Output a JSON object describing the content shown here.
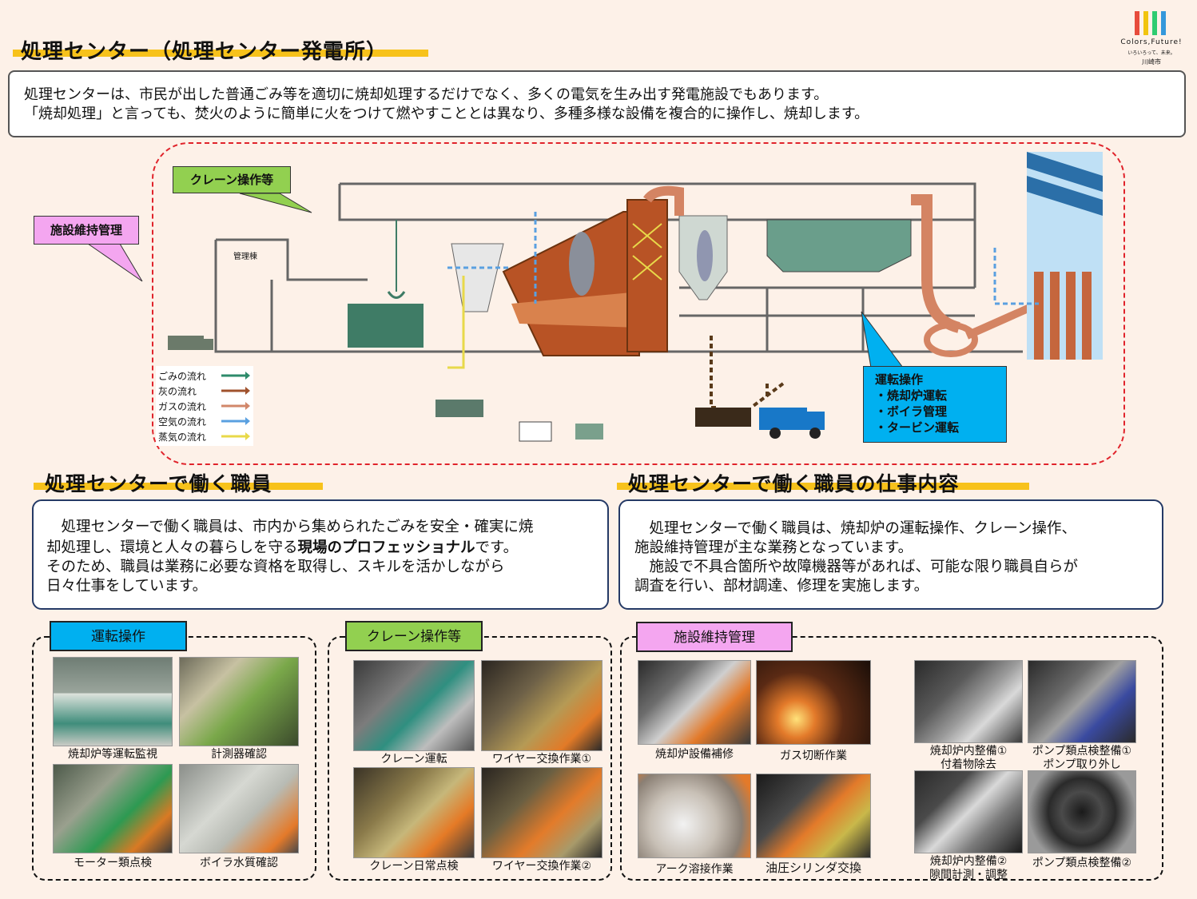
{
  "header": {
    "title": "処理センター（処理センター発電所）",
    "logo_text_1": "Colors,Future!",
    "logo_text_2": "いろいろって、未来。",
    "logo_text_3": "川崎市"
  },
  "intro": {
    "line1": "処理センターは、市民が出した普通ごみ等を適切に焼却処理するだけでなく、多くの電気を生み出す発電施設でもあります。",
    "line2": "「焼却処理」と言っても、焚火のように簡単に火をつけて燃やすこととは異なり、多種多様な設備を複合的に操作し、焼却します。"
  },
  "diagram": {
    "callout_crane": "クレーン操作等",
    "callout_facility": "施設維持管理",
    "callout_operation_title": "運転操作",
    "callout_operation_items": [
      "・焼却炉運転",
      "・ボイラ管理",
      "・タービン運転"
    ],
    "building_label": "管理棟",
    "legend": [
      {
        "label": "ごみの流れ",
        "color": "#2e8b6b"
      },
      {
        "label": "灰の流れ",
        "color": "#a0522d"
      },
      {
        "label": "ガスの流れ",
        "color": "#d2876a"
      },
      {
        "label": "空気の流れ",
        "color": "#5aa0e0"
      },
      {
        "label": "蒸気の流れ",
        "color": "#e8d94a"
      }
    ]
  },
  "staff": {
    "heading": "処理センターで働く職員",
    "line1": "　処理センターで働く職員は、市内から集められたごみを安全・確実に焼",
    "line2a": "却処理し、環境と人々の暮らしを守る",
    "line2b": "現場のプロフェッショナル",
    "line2c": "です。",
    "line3": "そのため、職員は業務に必要な資格を取得し、スキルを活かしながら",
    "line4": "日々仕事をしています。"
  },
  "duties": {
    "heading": "処理センターで働く職員の仕事内容",
    "line1": "　処理センターで働く職員は、焼却炉の運転操作、クレーン操作、",
    "line2": "施設維持管理が主な業務となっています。",
    "line3": "　施設で不具合箇所や故障機器等があれば、可能な限り職員自らが",
    "line4": "調査を行い、部材調達、修理を実施します。"
  },
  "sections": {
    "operation": {
      "tag": "運転操作",
      "color": "#00b0f0",
      "captions": [
        "焼却炉等運転監視",
        "計測器確認",
        "モーター類点検",
        "ボイラ水質確認"
      ]
    },
    "crane": {
      "tag": "クレーン操作等",
      "color": "#92d050",
      "captions": [
        "クレーン運転",
        "ワイヤー交換作業①",
        "クレーン日常点検",
        "ワイヤー交換作業②"
      ]
    },
    "facility": {
      "tag": "施設維持管理",
      "color": "#f4a6f0",
      "captions": [
        "焼却炉設備補修",
        "ガス切断作業",
        "アーク溶接作業",
        "油圧シリンダ交換",
        "焼却炉内整備①",
        "付着物除去",
        "ポンプ類点検整備①",
        "ポンプ取り外し",
        "焼却炉内整備②",
        "隙間計測・調整",
        "ポンプ類点検整備②"
      ]
    }
  }
}
